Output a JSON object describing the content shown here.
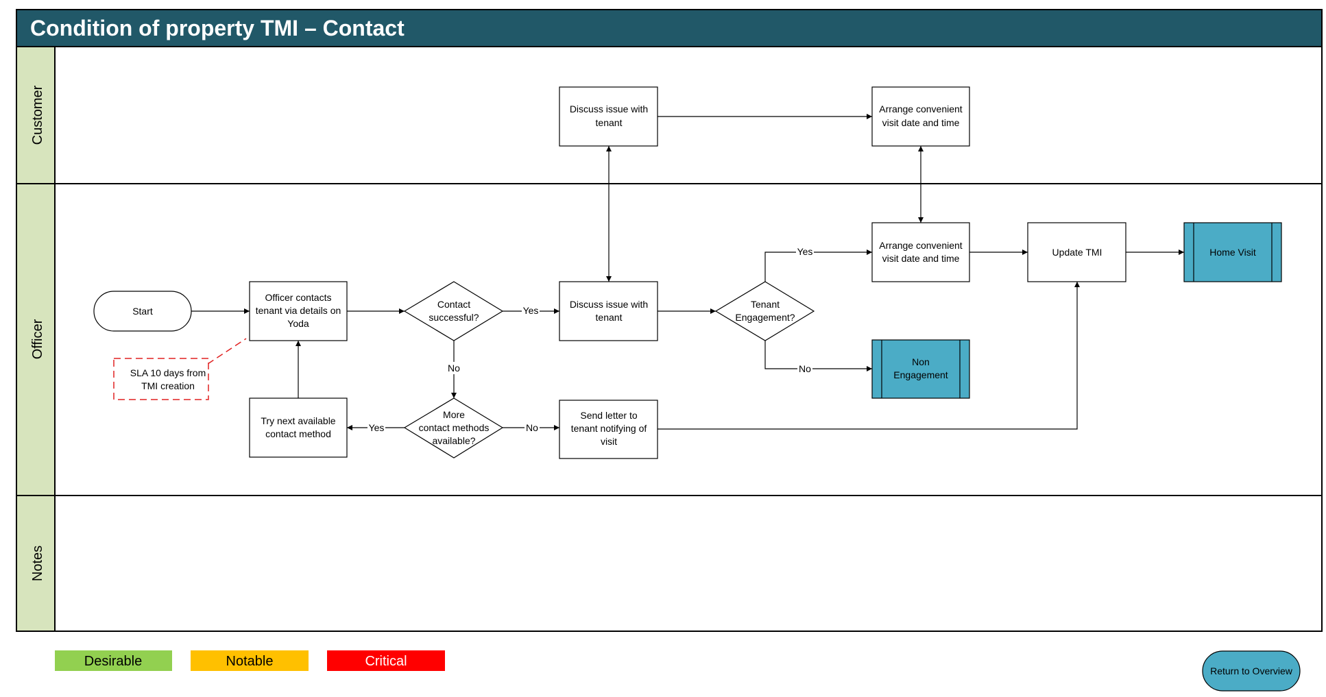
{
  "title": "Condition of property TMI – Contact",
  "colors": {
    "header": "#215868",
    "lane_label_bg": "#d7e4bd",
    "subprocess_fill": "#4bacc6",
    "desirable": "#92d050",
    "notable": "#ffc000",
    "critical": "#ff0000",
    "sla_dash": "#e02020"
  },
  "lanes": {
    "customer": "Customer",
    "officer": "Officer",
    "notes": "Notes"
  },
  "nodes": {
    "start": [
      "Start"
    ],
    "officer_contacts": [
      "Officer contacts",
      "tenant via details on",
      "Yoda"
    ],
    "contact_successful": [
      "Contact",
      "successful?"
    ],
    "discuss_officer": [
      "Discuss issue with",
      "tenant"
    ],
    "discuss_customer": [
      "Discuss issue with",
      "tenant"
    ],
    "tenant_engagement": [
      "Tenant",
      "Engagement?"
    ],
    "arrange_customer": [
      "Arrange convenient",
      "visit date and time"
    ],
    "arrange_officer": [
      "Arrange convenient",
      "visit date and time"
    ],
    "update_tmi": [
      "Update TMI"
    ],
    "home_visit": [
      "Home Visit"
    ],
    "non_engagement": [
      "Non",
      "Engagement"
    ],
    "more_methods": [
      "More",
      "contact methods",
      "available?"
    ],
    "try_next": [
      "Try next available",
      "contact method"
    ],
    "send_letter": [
      "Send letter to",
      "tenant notifying of",
      "visit"
    ],
    "sla_note": [
      "SLA 10 days from",
      "TMI creation"
    ]
  },
  "edge_labels": {
    "yes": "Yes",
    "no": "No"
  },
  "legend": {
    "desirable": "Desirable",
    "notable": "Notable",
    "critical": "Critical"
  },
  "return_button": "Return to Overview"
}
